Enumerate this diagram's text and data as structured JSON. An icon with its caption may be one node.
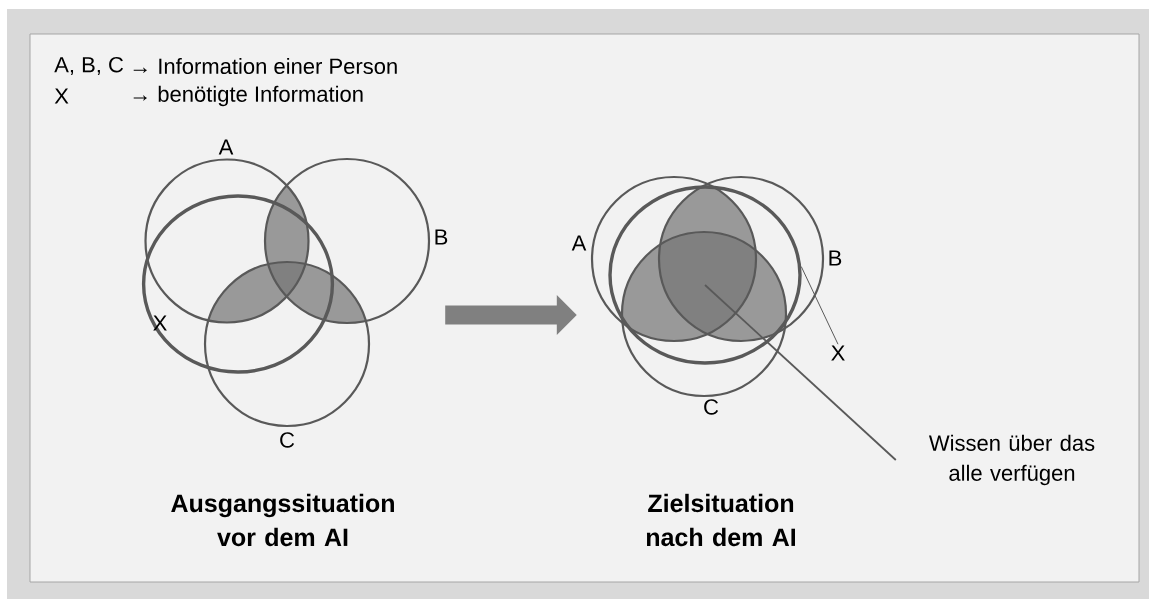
{
  "diagram": {
    "nodes": [
      {
        "text": [],
        "shape": "circle"
      },
      {
        "text": [],
        "shape": "circle"
      },
      {
        "text": [],
        "shape": "circle"
      },
      {
        "text": [
          "X"
        ]
      },
      {
        "text": [
          "Wissen über das alle verfügen"
        ]
      }
    ],
    "edges": [
      {
        "from": 0,
        "to": 1,
        "arrow": "to",
        "style": "thick"
      },
      {
        "from": 3,
        "to": 2,
        "arrow": "none"
      },
      {
        "from": 4,
        "to": 1,
        "arrow": "none"
      }
    ],
    "labels": [
      "A, B, C",
      "→ Information einer Person",
      "X",
      "→ benötigte Information",
      "A",
      "B",
      "X",
      "C",
      "Ausgangssituation vor dem AI",
      "A",
      "B",
      "C",
      "Zielsituation nach dem AI"
    ]
  }
}
